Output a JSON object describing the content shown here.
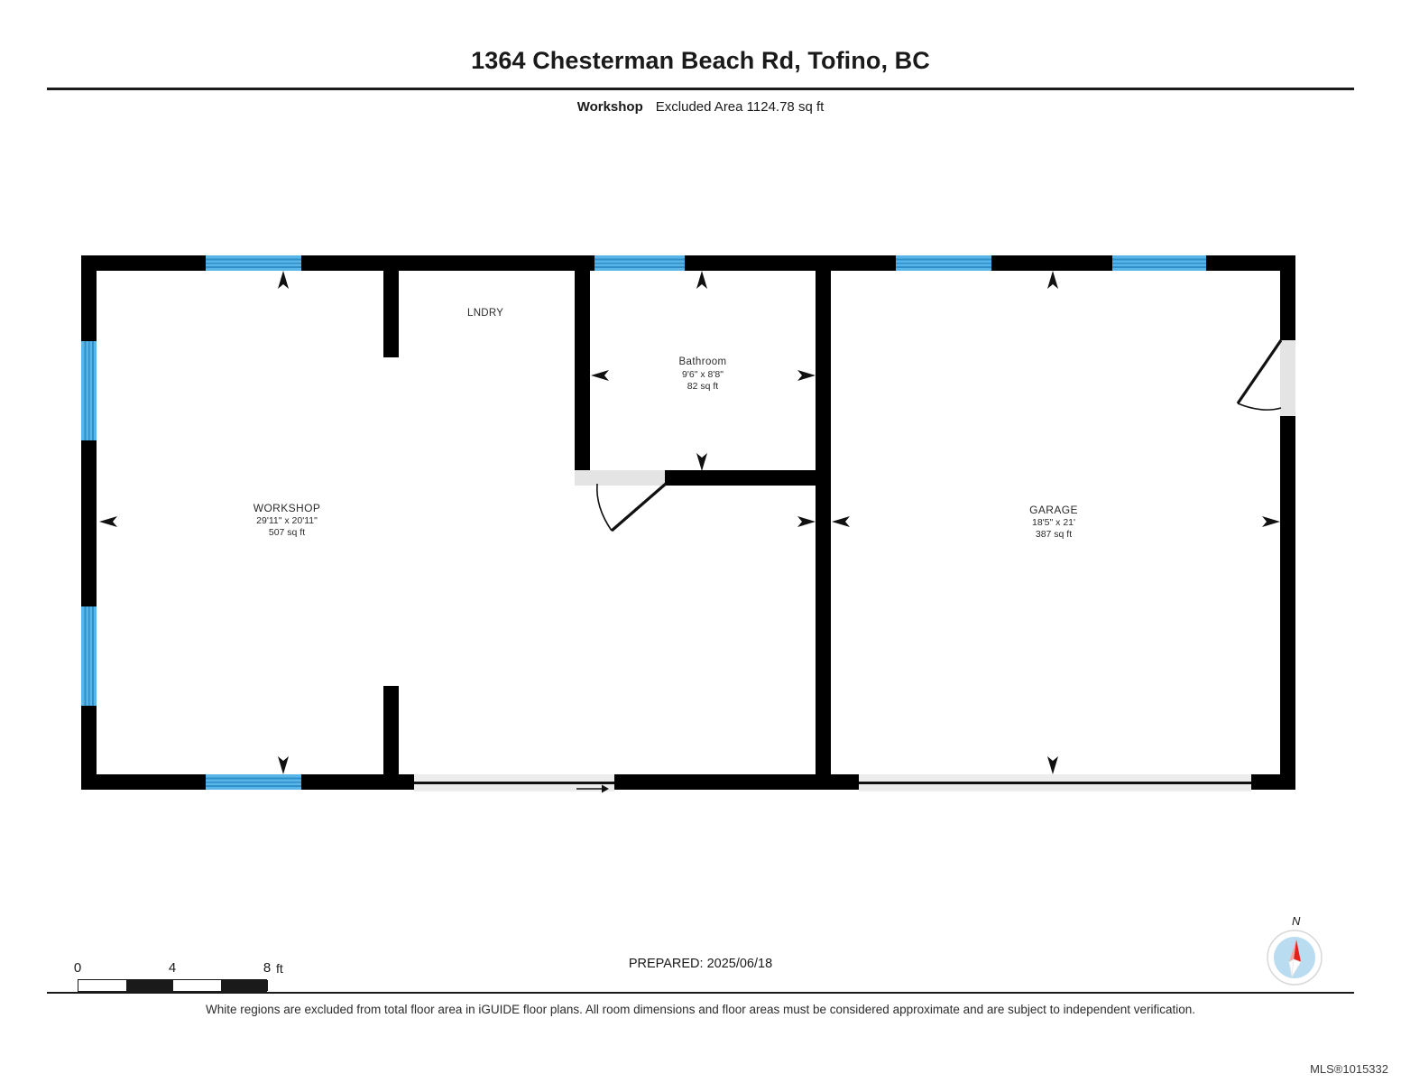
{
  "header": {
    "title": "1364 Chesterman Beach Rd, Tofino, BC",
    "level_label": "Workshop",
    "excluded_area": "Excluded Area 1124.78 sq ft"
  },
  "rooms": [
    {
      "name": "WORKSHOP",
      "dimensions": "29'11\" x 20'11\"",
      "area": "507 sq ft"
    },
    {
      "name": "Bathroom",
      "dimensions": "9'6\" x 8'8\"",
      "area": "82 sq ft"
    },
    {
      "name": "GARAGE",
      "dimensions": "18'5\" x 21'",
      "area": "387 sq ft"
    }
  ],
  "labels": {
    "laundry": "LNDRY"
  },
  "scale": {
    "ticks": [
      "0",
      "4",
      "8"
    ],
    "unit": "ft"
  },
  "footer": {
    "prepared": "PREPARED: 2025/06/18",
    "compass_north": "N",
    "disclaimer": "White regions are excluded from total floor area in iGUIDE floor plans. All room dimensions and floor areas must be considered approximate and are subject to independent verification.",
    "mls": "MLS®1015332"
  },
  "colors": {
    "wall": "#000000",
    "window": "#59b4e8",
    "window_mullion": "#2f8fc9",
    "opening": "#e4e4e4",
    "text": "#231f20",
    "compass_disc": "#b9dcf0",
    "compass_needle": "#e2231a"
  }
}
